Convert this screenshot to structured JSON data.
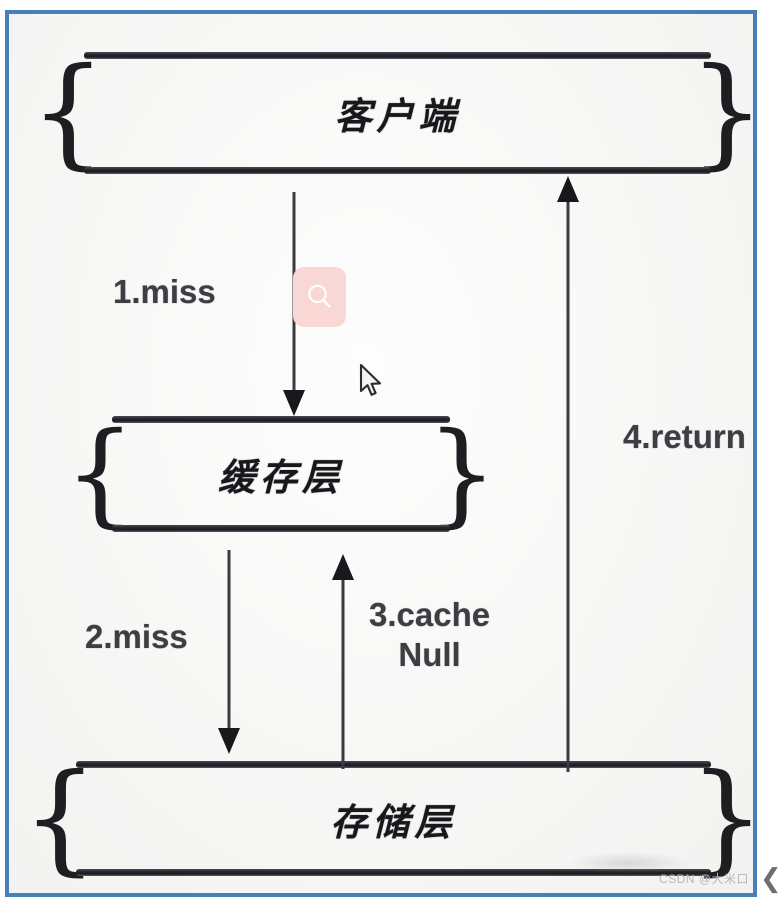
{
  "frame": {
    "border_color": "#4a7ebb",
    "background_color": "#f7f7f6"
  },
  "diagram": {
    "title_text": "",
    "nodes": [
      {
        "id": "client",
        "label": "客户端",
        "meaning": "Client"
      },
      {
        "id": "cache",
        "label": "缓存层",
        "meaning": "Cache Layer"
      },
      {
        "id": "storage",
        "label": "存储层",
        "meaning": "Storage Layer"
      }
    ],
    "edges": [
      {
        "id": "e1",
        "label": "1.miss",
        "from": "client",
        "to": "cache",
        "direction": "down"
      },
      {
        "id": "e2",
        "label": "2.miss",
        "from": "cache",
        "to": "storage",
        "direction": "down"
      },
      {
        "id": "e3",
        "label": "3.cache\nNull",
        "from": "storage",
        "to": "cache",
        "direction": "up"
      },
      {
        "id": "e4",
        "label": "4.return",
        "from": "storage",
        "to": "client",
        "direction": "up"
      }
    ]
  },
  "overlay": {
    "search_badge": {
      "icon": "search-icon",
      "background_color": "#f9d7d4",
      "glyph_color": "#ffffff"
    },
    "cursor": {
      "icon": "mouse-pointer-icon"
    }
  },
  "watermark": {
    "text": "CSDN @大米口"
  },
  "edge_chevron": {
    "glyph": "❮"
  }
}
